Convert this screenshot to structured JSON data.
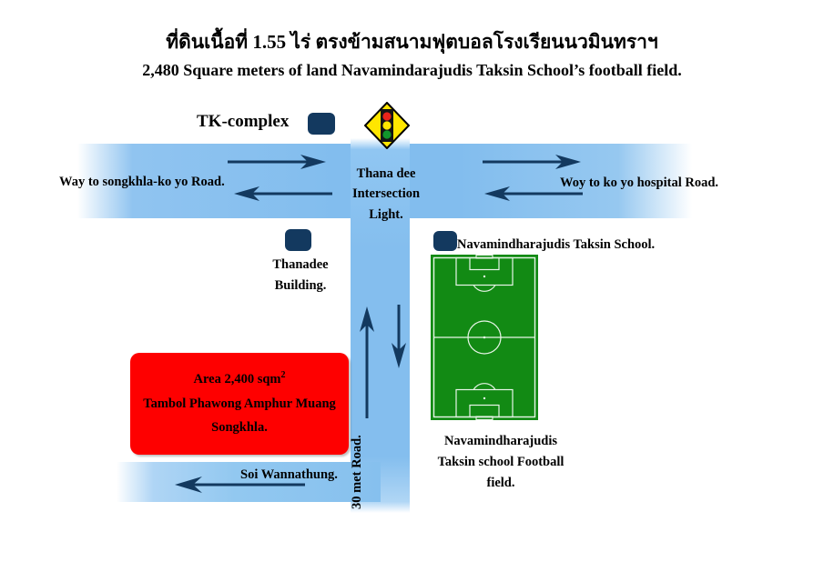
{
  "titles": {
    "thai": "ที่ดินเนื้อที่ 1.55 ไร่ ตรงข้ามสนามฟุตบอลโรงเรียนนวมินทราฯ",
    "english": "2,480 Square meters of land Navamindarajudis Taksin School’s football field."
  },
  "labels": {
    "tk_complex": "TK-complex",
    "way_left": "Way to songkhla-ko yo Road.",
    "way_right": "Woy to ko yo hospital Road.",
    "intersection": "Thana dee\nIntersection\nLight.",
    "thanadee_building": "Thanadee\nBuilding.",
    "school_marker": "Navamindharajudis Taksin School.",
    "football_field": "Navamindharajudis\nTaksin school Football\nfield.",
    "soi": "Soi Wannathung.",
    "vertical_road": "30 met Road."
  },
  "land_plot": {
    "line1_prefix": "Area 2,400 sqm",
    "line1_sup": "2",
    "line2": "Tambol Phawong Amphur Muang",
    "line3": "Songkhla."
  },
  "colors": {
    "road_blue": "#82bdee",
    "marker_navy": "#13395f",
    "arrow_navy": "#13395f",
    "land_red": "#fe0000",
    "field_green": "#128a14",
    "sign_yellow": "#ffe600",
    "light_red": "#e8241b",
    "light_yellow": "#ffe600",
    "light_green": "#11952c",
    "text_black": "#000000",
    "page_background": "#ffffff"
  },
  "icons": {
    "traffic_light": "traffic-light-sign",
    "building_marker": "building-marker",
    "arrow_right": "arrow-right",
    "arrow_left": "arrow-left",
    "arrow_up": "arrow-up",
    "arrow_down": "arrow-down"
  }
}
